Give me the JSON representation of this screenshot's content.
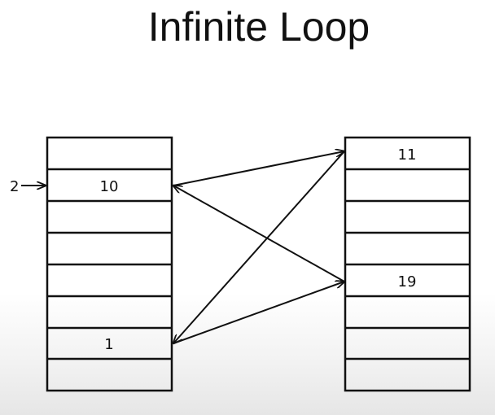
{
  "title": "Infinite Loop",
  "pointer": {
    "label": "2"
  },
  "left_table": {
    "cells": [
      "",
      "10",
      "",
      "",
      "",
      "",
      "1",
      ""
    ]
  },
  "right_table": {
    "cells": [
      "11",
      "",
      "",
      "",
      "19",
      "",
      "",
      ""
    ]
  },
  "colors": {
    "stroke": "#111111",
    "background": "#ffffff"
  }
}
